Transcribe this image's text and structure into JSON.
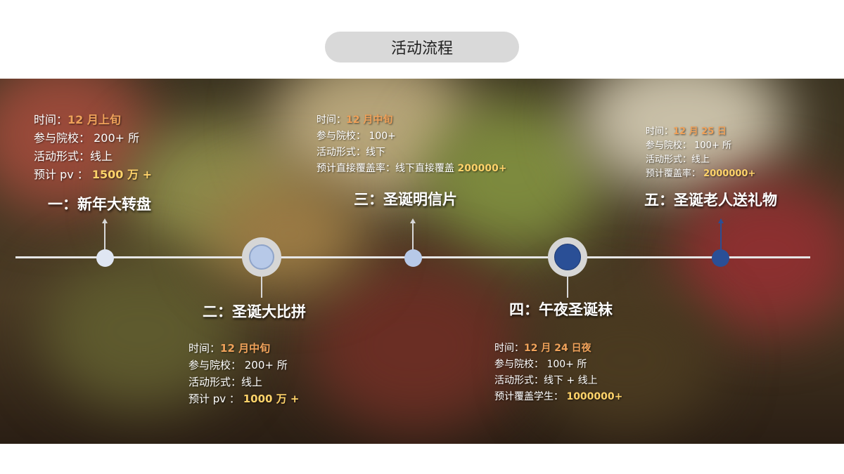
{
  "page_title": "活动流程",
  "stages": [
    {
      "title": "一：新年大转盘",
      "time_label": "时间：",
      "time": "12 月上旬",
      "line2": "参与院校：  200+ 所",
      "line3": "活动形式：线上",
      "line4_label": "预计 pv ：",
      "line4_value": "1500 万 +"
    },
    {
      "title": "二：圣诞大比拼",
      "time_label": "时间：",
      "time": "12 月中旬",
      "line2": "参与院校：  200+ 所",
      "line3": "活动形式：线上",
      "line4_label": "预计 pv ：",
      "line4_value": "1000 万 +"
    },
    {
      "title": "三：圣诞明信片",
      "time_label": "时间：",
      "time": "12 月中旬",
      "line2": "参与院校：  100+",
      "line3": "活动形式：线下",
      "line4_label": "预计直接覆盖率：线下直接覆盖",
      "line4_value": "200000+"
    },
    {
      "title": "四：午夜圣诞袜",
      "time_label": "时间：",
      "time": "12 月 24 日夜",
      "line2": "参与院校：  100+ 所",
      "line3": "活动形式：线下 + 线上",
      "line4_label": "预计覆盖学生：",
      "line4_value": "1000000+"
    },
    {
      "title": "五：圣诞老人送礼物",
      "time_label": "时间：",
      "time": "12 月 25 日",
      "line2": "参与院校：  100+ 所",
      "line3": "活动形式：线上",
      "line4_label": "预计覆盖率：",
      "line4_value": "2000000+"
    }
  ],
  "colors": {
    "accent_orange": "#f0a25a",
    "accent_yellow": "#ffd36a",
    "dot_light": "#b7c9e8",
    "dot_dark": "#2a4f96"
  }
}
